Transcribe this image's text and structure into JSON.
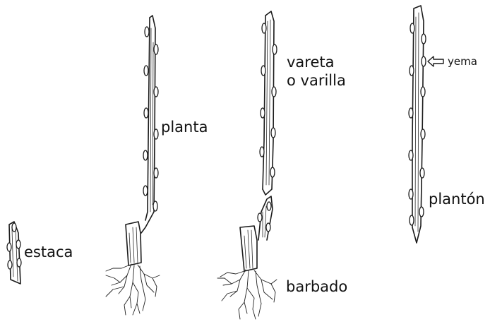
{
  "labels": {
    "estaca": "estaca",
    "planta": "planta",
    "vareta_line1": "vareta",
    "vareta_line2": "o varilla",
    "barbado": "barbado",
    "yema": "yema",
    "planton": "plantón"
  },
  "colors": {
    "ink": "#1a1a1a",
    "background": "#ffffff"
  }
}
